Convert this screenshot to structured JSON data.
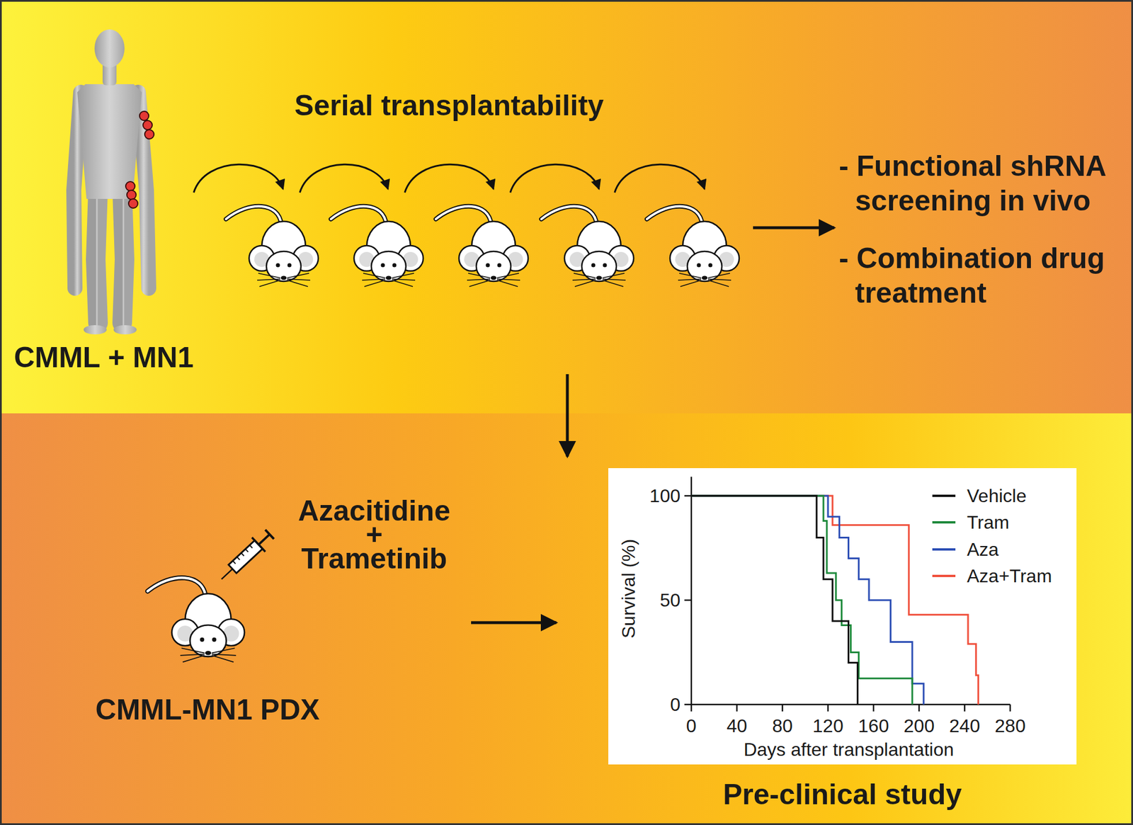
{
  "diagram": {
    "nodes": [
      {
        "text": [
          "CMML + MN1"
        ]
      },
      {
        "text": [
          "- Functional shRNA screening in vivo",
          "- Combination drug treatment"
        ]
      },
      {
        "text": [
          "CMML-MN1 PDX"
        ]
      },
      {
        "text": [
          "Pre-clinical study"
        ]
      }
    ],
    "edges": [
      {
        "from": 2,
        "to": 3,
        "arrow": "to"
      }
    ],
    "labels": [
      "Serial transplantability",
      "Azacitidine",
      "+",
      "Trametinib",
      "Survival (%)",
      "Days after transplantation",
      "100",
      "50",
      "0",
      "0",
      "40",
      "80",
      "120",
      "160",
      "200",
      "240",
      "280"
    ],
    "legend": [
      {
        "text": "Vehicle",
        "color": "#111111"
      },
      {
        "text": "Tram",
        "color": "#1e8a3c"
      },
      {
        "text": "Aza",
        "color": "#2d4fb5"
      },
      {
        "text": "Aza+Tram",
        "color": "#f0503c"
      }
    ]
  }
}
